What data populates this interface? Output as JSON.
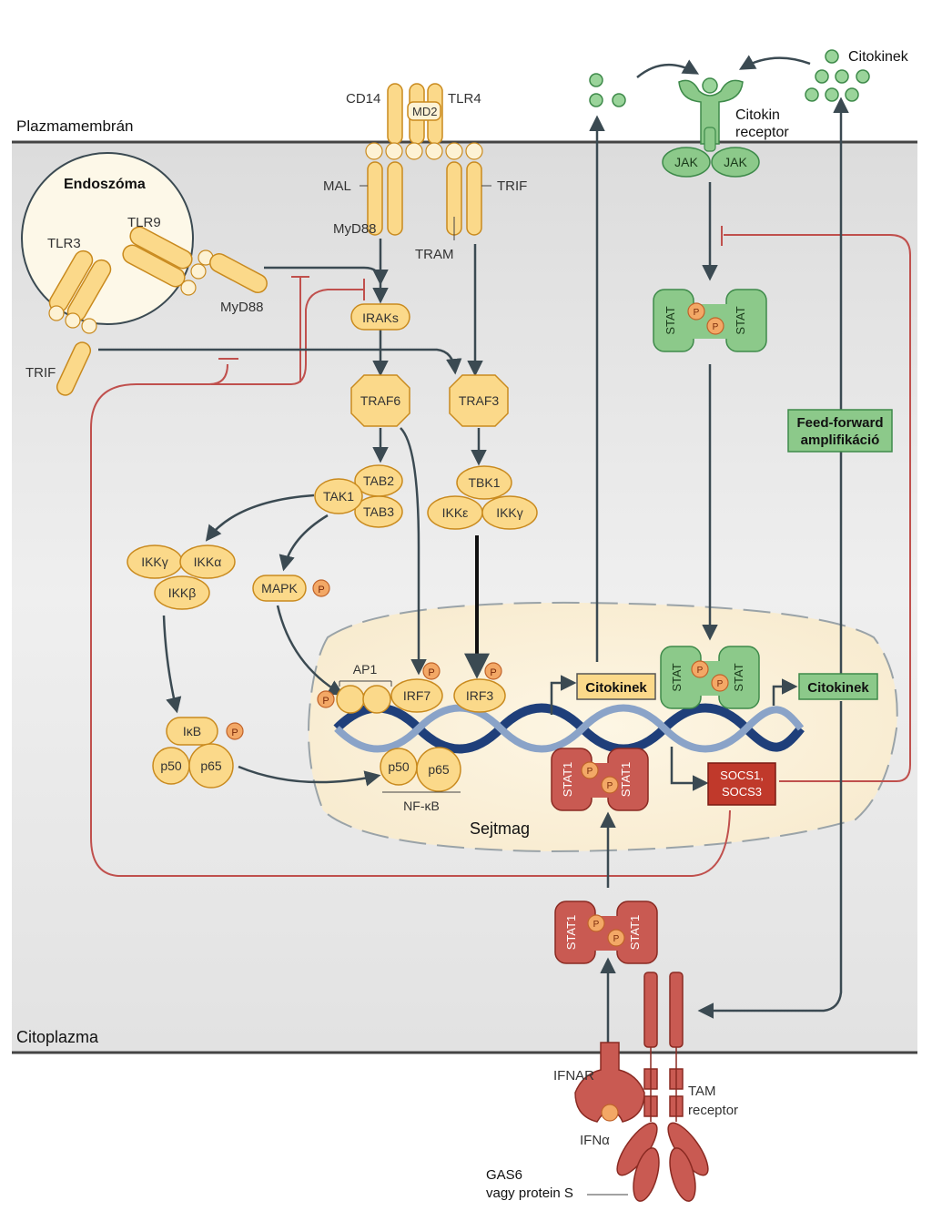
{
  "regions": {
    "plasma_membrane": "Plazmamembrán",
    "cytoplasm": "Citoplazma",
    "nucleus": "Sejtmag",
    "endosome": "Endoszóma"
  },
  "tlr4": {
    "cd14": "CD14",
    "md2": "MD2",
    "tlr4": "TLR4",
    "mal": "MAL",
    "myd88": "MyD88",
    "trif": "TRIF",
    "tram": "TRAM"
  },
  "endosome_parts": {
    "tlr3": "TLR3",
    "tlr9": "TLR9",
    "myd88": "MyD88",
    "trif": "TRIF"
  },
  "signaling": {
    "iraks": "IRAKs",
    "traf6": "TRAF6",
    "traf3": "TRAF3",
    "tab2": "TAB2",
    "tak1": "TAK1",
    "tab3": "TAB3",
    "tbk1": "TBK1",
    "ikke": "IKKε",
    "ikkg2": "IKKγ",
    "ikkg": "IKKγ",
    "ikka": "IKKα",
    "ikkb": "IKKβ",
    "mapk": "MAPK",
    "ikb": "IκB",
    "p50": "p50",
    "p65": "p65",
    "p": "P"
  },
  "nucleus_parts": {
    "ap1": "AP1",
    "irf7": "IRF7",
    "irf3": "IRF3",
    "p50": "p50",
    "p65": "p65",
    "nfkb": "NF-κB",
    "citokinek_left": "Citokinek",
    "citokinek_right": "Citokinek",
    "socs_line1": "SOCS1,",
    "socs_line2": "SOCS3"
  },
  "cytokine_side": {
    "citokinek_top": "Citokinek",
    "receptor_line1": "Citokin",
    "receptor_line2": "receptor",
    "jak": "JAK",
    "stat": "STAT",
    "stat1": "STAT1",
    "feed_line1": "Feed-forward",
    "feed_line2": "amplifikáció"
  },
  "bottom": {
    "ifnar": "IFNAR",
    "ifna": "IFNα",
    "tam_line1": "TAM",
    "tam_line2": "receptor",
    "gas6_line1": "GAS6",
    "gas6_line2": "vagy protein S"
  },
  "colors": {
    "orange_fill": "#fbd98a",
    "orange_stroke": "#c98a1e",
    "green_fill": "#8cc98a",
    "green_stroke": "#3e8a4a",
    "red_fill": "#c95a52",
    "red_stroke": "#8a2a22",
    "inhibit_line": "#c0504d",
    "arrow": "#3b4a52"
  }
}
